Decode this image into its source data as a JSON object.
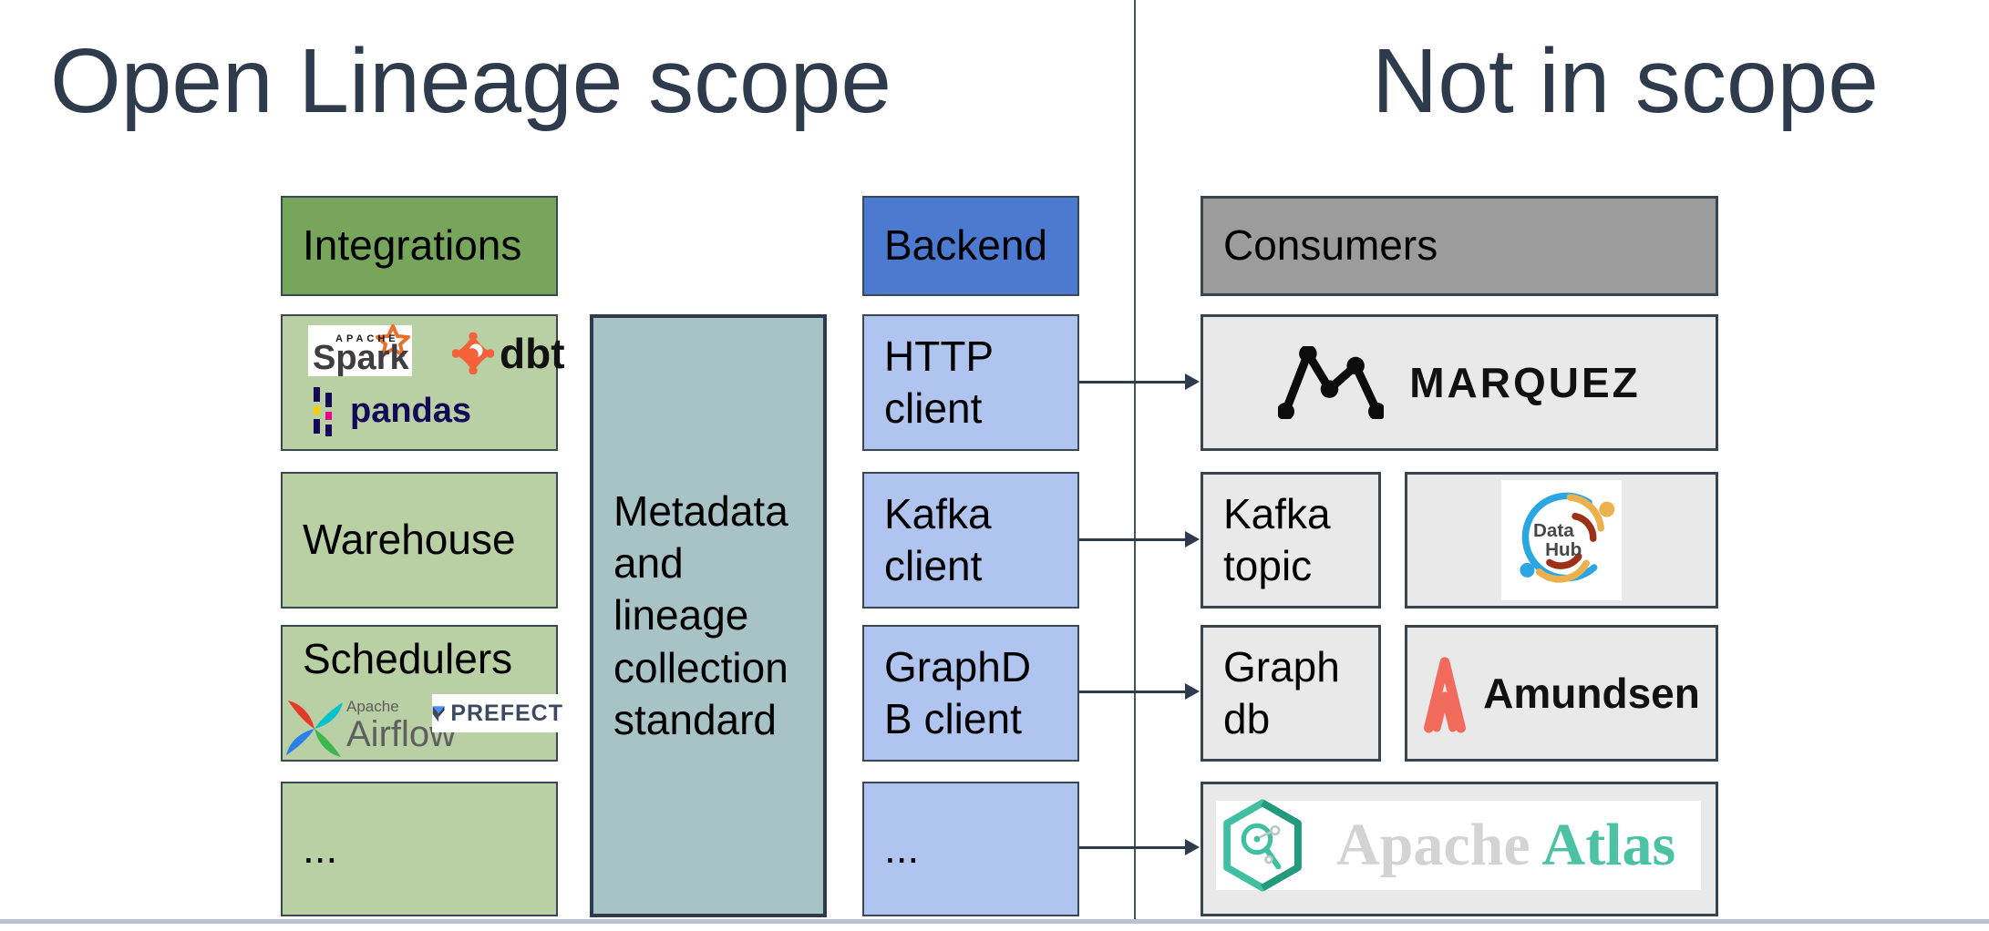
{
  "slide": {
    "left_title": "Open Lineage scope",
    "right_title": "Not in scope"
  },
  "integrations": {
    "header": "Integrations",
    "warehouse": "Warehouse",
    "schedulers": "Schedulers",
    "more": "..."
  },
  "standard": {
    "label": "Metadata\nand\nlineage\ncollection\nstandard"
  },
  "backend": {
    "header": "Backend",
    "http_client": "HTTP\nclient",
    "kafka_client": "Kafka\nclient",
    "graphdb_client": "GraphD\nB client",
    "more": "..."
  },
  "consumers": {
    "header": "Consumers",
    "kafka_topic": "Kafka\ntopic",
    "graph_db": "Graph\ndb"
  },
  "logos": {
    "spark": {
      "apache": "APACHE",
      "name": "Spark"
    },
    "dbt": {
      "name": "dbt"
    },
    "pandas": {
      "name": "pandas"
    },
    "airflow": {
      "apache": "Apache",
      "name": "Airflow"
    },
    "prefect": {
      "name": "PREFECT"
    },
    "marquez": {
      "name": "MARQUEZ"
    },
    "datahub": {
      "line1": "Data",
      "line2": "Hub"
    },
    "amundsen": {
      "name": "Amundsen"
    },
    "atlas": {
      "apache": "Apache",
      "name": "Atlas"
    }
  },
  "colors": {
    "title_text": "#2e3b4c",
    "integrations_header_bg": "#76a55b",
    "integrations_item_bg": "#b9cfa4",
    "standard_bg": "#a8c3c6",
    "backend_header_bg": "#4b7ad0",
    "backend_item_bg": "#afc5ef",
    "consumers_header_bg": "#9c9c9c",
    "consumers_item_bg": "#e9e9e9",
    "box_border": "#3a4754",
    "arrow": "#2e3b4c",
    "divider": "#45545f",
    "bottom_rule": "#b7c4cf"
  }
}
